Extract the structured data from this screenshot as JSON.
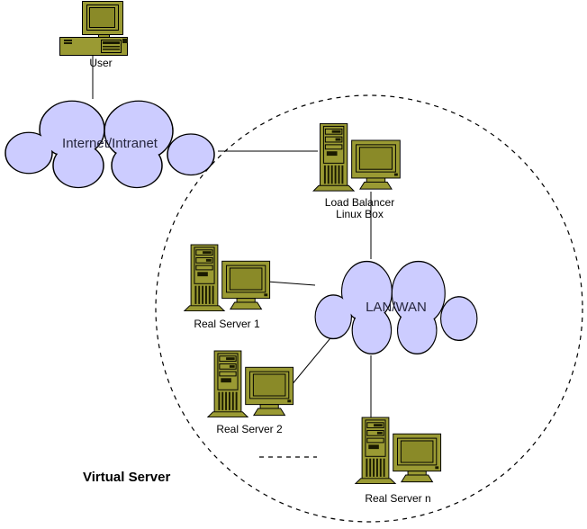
{
  "diagram": {
    "title": "Virtual Server",
    "nodes": {
      "user": {
        "label": "User"
      },
      "internet_cloud": {
        "label": "Internet/Intranet"
      },
      "load_balancer": {
        "label_line1": "Load Balancer",
        "label_line2": "Linux Box"
      },
      "lan_cloud": {
        "label": "LAN/WAN"
      },
      "real_server_1": {
        "label": "Real Server 1"
      },
      "real_server_2": {
        "label": "Real Server 2"
      },
      "real_server_n": {
        "label": "Real Server n"
      }
    },
    "colors": {
      "background": "#ffffff",
      "cloud_fill": "#ccccff",
      "computer_fill": "#9a9a33",
      "computer_shade": "#8a8a28",
      "line": "#000000"
    }
  }
}
